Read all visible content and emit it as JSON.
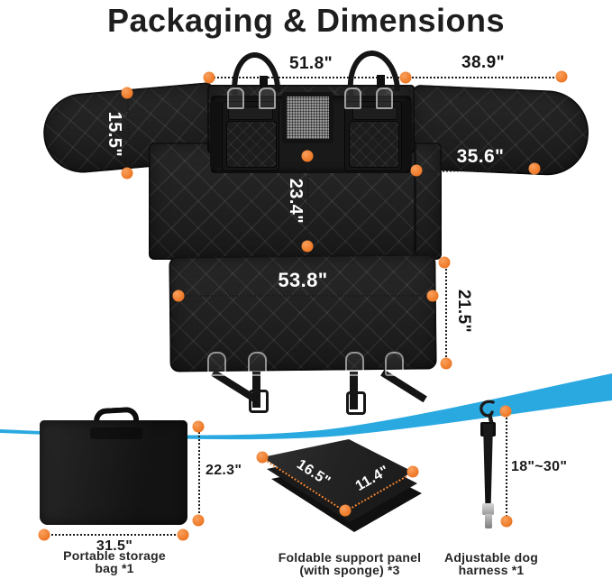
{
  "title": "Packaging & Dimensions",
  "colors": {
    "accent_orange": "#ef7d2c",
    "swoosh_blue": "#2aa9e1",
    "product_black": "#1f1f1f",
    "text_dark": "#1a1a1a",
    "text_light": "#ffffff"
  },
  "main_product": {
    "dims": {
      "top_center_width": "51.8\"",
      "top_right_width": "38.9\"",
      "left_flap_height": "15.5\"",
      "right_flap_width": "35.6\"",
      "middle_panel_height": "23.4\"",
      "bottom_panel_width": "53.8\"",
      "bottom_panel_height": "21.5\""
    }
  },
  "included_items": {
    "storage_bag": {
      "width": "31.5\"",
      "height": "22.3\"",
      "caption_line1": "Portable storage",
      "caption_line2": "bag *1"
    },
    "support_panel": {
      "edge_left": "16.5\"",
      "edge_right": "11.4\"",
      "caption_line1": "Foldable support panel",
      "caption_line2": "(with sponge) *3"
    },
    "harness": {
      "length_range": "18\"~30\"",
      "caption_line1": "Adjustable dog",
      "caption_line2": "harness *1"
    }
  }
}
